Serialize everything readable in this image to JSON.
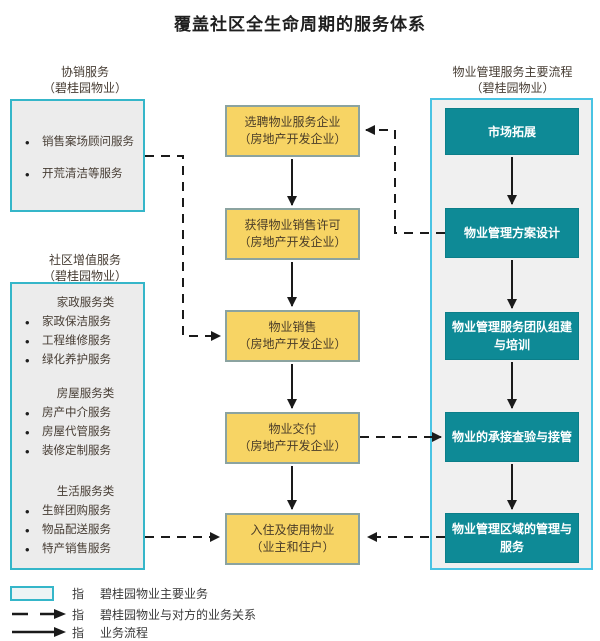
{
  "title": "覆盖社区全生命周期的服务体系",
  "left_top": {
    "label_line1": "协销服务",
    "label_line2": "（碧桂园物业）",
    "items": [
      "销售案场顾问服务",
      "开荒清洁等服务"
    ]
  },
  "left_bottom": {
    "label_line1": "社区增值服务",
    "label_line2": "（碧桂园物业）",
    "groups": [
      {
        "name": "家政服务类",
        "items": [
          "家政保洁服务",
          "工程维修服务",
          "绿化养护服务"
        ]
      },
      {
        "name": "房屋服务类",
        "items": [
          "房产中介服务",
          "房屋代管服务",
          "装修定制服务"
        ]
      },
      {
        "name": "生活服务类",
        "items": [
          "生鲜团购服务",
          "物品配送服务",
          "特产销售服务"
        ]
      }
    ]
  },
  "middle_flow": [
    {
      "line1": "选聘物业服务企业",
      "line2": "（房地产开发企业）"
    },
    {
      "line1": "获得物业销售许可",
      "line2": "（房地产开发企业）"
    },
    {
      "line1": "物业销售",
      "line2": "（房地产开发企业）"
    },
    {
      "line1": "物业交付",
      "line2": "（房地产开发企业）"
    },
    {
      "line1": "入住及使用物业",
      "line2": "（业主和住户）"
    }
  ],
  "right_flow": {
    "label_line1": "物业管理服务主要流程",
    "label_line2": "（碧桂园物业）",
    "steps": [
      "市场拓展",
      "物业管理方案设计",
      "物业管理服务团队组建与培训",
      "物业的承接查验与接管",
      "物业管理区域的管理与服务"
    ]
  },
  "legend": [
    {
      "symbol": "box-symbol",
      "prefix": "指",
      "text": "碧桂园物业主要业务"
    },
    {
      "symbol": "dashed-arrow-symbol",
      "prefix": "指",
      "text": "碧桂园物业与对方的业务关系"
    },
    {
      "symbol": "solid-arrow-symbol",
      "prefix": "指",
      "text": "业务流程"
    }
  ],
  "colors": {
    "teal_box": "#0e8a96",
    "yellow_box": "#f7d464",
    "yellow_box_border": "#8ba3a0",
    "left_panel_border": "#35b6c9",
    "left_panel_fill": "#ececec",
    "right_container_border": "#49c3e3",
    "right_container_fill": "#f0f0f0",
    "arrow": "#1a1a1a"
  }
}
